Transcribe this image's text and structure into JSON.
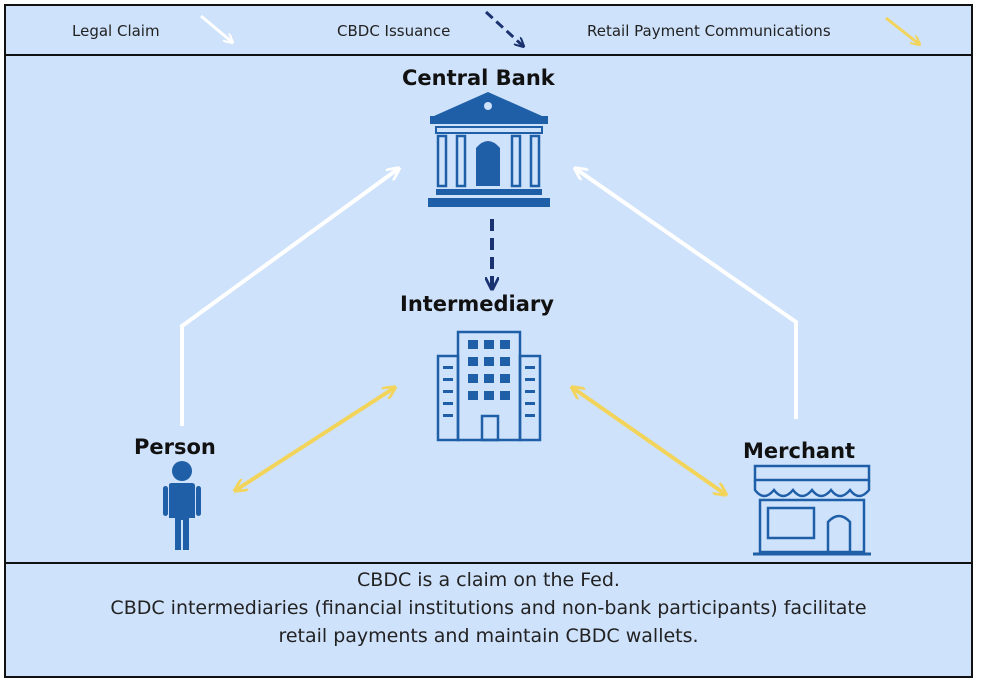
{
  "legend": {
    "legal_claim": "Legal Claim",
    "cbdc_issuance": "CBDC Issuance",
    "retail_payment": "Retail Payment Communications"
  },
  "nodes": {
    "central_bank": "Central Bank",
    "intermediary": "Intermediary",
    "person": "Person",
    "merchant": "Merchant"
  },
  "caption": {
    "line1": "CBDC is a claim on the Fed.",
    "line2": "CBDC intermediaries (financial institutions and non-bank participants) facilitate",
    "line3": "retail payments and maintain CBDC wallets."
  },
  "colors": {
    "legal_claim": "#ffffff",
    "cbdc_issuance": "#1b3270",
    "retail_payment": "#f2d45b",
    "icon": "#1f5fa8",
    "background": "#cfe2fb"
  },
  "icons": {
    "central_bank": "bank-building-icon",
    "intermediary": "office-building-icon",
    "person": "person-icon",
    "merchant": "storefront-icon"
  }
}
